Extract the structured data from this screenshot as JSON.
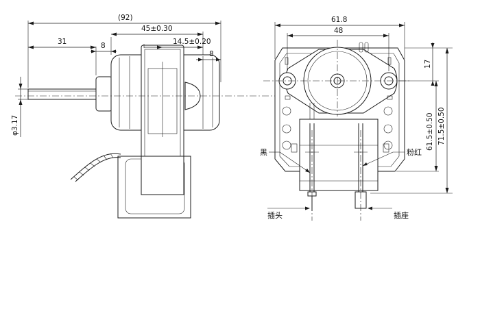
{
  "side_view": {
    "overall_length": "(92)",
    "shaft_length": "31",
    "shoulder_width": "8",
    "body_length": "45±0.30",
    "rear_offset": "14.5±0.20",
    "rear_cap": "8",
    "shaft_diameter": "φ3.17"
  },
  "front_view": {
    "overall_width": "61.8",
    "hole_spacing": "48",
    "hole_offset": "17",
    "height_inner": "61.5±0.50",
    "height_outer": "71.5±0.50",
    "label_black": "黑",
    "label_pink_red": "粉红",
    "label_plug": "插头",
    "label_socket": "插座"
  }
}
